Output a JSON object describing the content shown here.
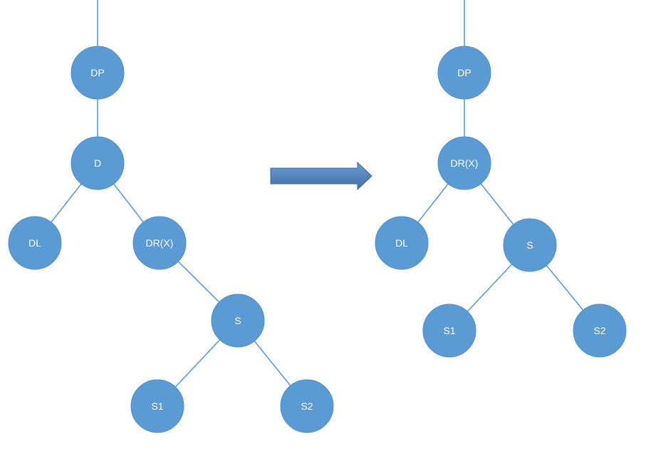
{
  "colors": {
    "node_fill": "#5b9bd5",
    "edge": "#5b9bd5",
    "arrow_fill_top": "#6a9bd0",
    "arrow_fill_bottom": "#3f72a8",
    "label": "#ffffff"
  },
  "trees": [
    {
      "id": "before",
      "nodes": [
        {
          "id": "dp",
          "label": "DP"
        },
        {
          "id": "d",
          "label": "D"
        },
        {
          "id": "dl",
          "label": "DL"
        },
        {
          "id": "dr",
          "label": "DR(X)"
        },
        {
          "id": "s",
          "label": "S"
        },
        {
          "id": "s1",
          "label": "S1"
        },
        {
          "id": "s2",
          "label": "S2"
        }
      ],
      "edges": [
        {
          "from": "top",
          "to": "dp"
        },
        {
          "from": "dp",
          "to": "d"
        },
        {
          "from": "d",
          "to": "dl"
        },
        {
          "from": "d",
          "to": "dr"
        },
        {
          "from": "dr",
          "to": "s"
        },
        {
          "from": "s",
          "to": "s1"
        },
        {
          "from": "s",
          "to": "s2"
        }
      ]
    },
    {
      "id": "after",
      "nodes": [
        {
          "id": "dp",
          "label": "DP"
        },
        {
          "id": "dr",
          "label": "DR(X)"
        },
        {
          "id": "dl",
          "label": "DL"
        },
        {
          "id": "s",
          "label": "S"
        },
        {
          "id": "s1",
          "label": "S1"
        },
        {
          "id": "s2",
          "label": "S2"
        }
      ],
      "edges": [
        {
          "from": "top",
          "to": "dp"
        },
        {
          "from": "dp",
          "to": "dr"
        },
        {
          "from": "dr",
          "to": "dl"
        },
        {
          "from": "dr",
          "to": "s"
        },
        {
          "from": "s",
          "to": "s1"
        },
        {
          "from": "s",
          "to": "s2"
        }
      ]
    }
  ],
  "transform_arrow": {
    "icon": "right-arrow-icon"
  }
}
